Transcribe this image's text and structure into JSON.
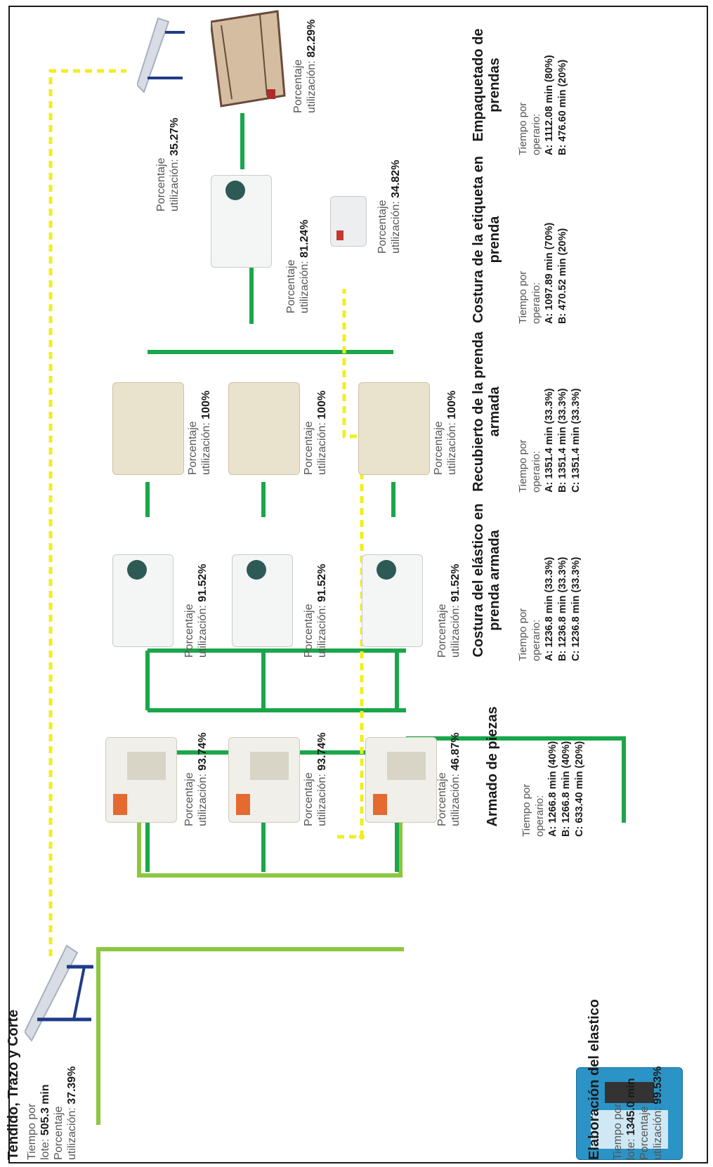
{
  "stations": {
    "tendido": {
      "title": "Tendido, Trazo y Corte",
      "l1": "Tiempo por",
      "l2": "lote:",
      "v1": "505.3 min",
      "l3": "Porcentaje",
      "l4": "utilización:",
      "v2": "37.39%"
    },
    "elastico": {
      "title": "Elaboración del elastico",
      "l1": "Tiempo por",
      "l2": "lote:",
      "v1": "1345.0 min",
      "l3": "Porcentaje",
      "l4": "utilización:",
      "v2": "99.53%"
    }
  },
  "util": {
    "label1": "Porcentaje",
    "label2": "utilización:",
    "armado_1": "93.74%",
    "armado_2": "93.74%",
    "armado_3": "46.87%",
    "costura_1": "91.52%",
    "costura_2": "91.52%",
    "costura_3": "91.52%",
    "recub_1": "100%",
    "recub_2": "100%",
    "recub_3": "100%",
    "etiqueta_1": "81.24%",
    "etiqueta_2": "34.82%",
    "mesa_1": "35.27%",
    "mesa_2": "82.29%"
  },
  "processes": [
    {
      "title": "Armado de piezas",
      "tiempo": "Tiempo por",
      "operario": "operario:",
      "ops": [
        "A: 1266.8 min (40%)",
        "B: 1266.8 min (40%)",
        "C: 633.40 min (20%)"
      ]
    },
    {
      "title": "Costura del elástico en prenda armada",
      "tiempo": "Tiempo por",
      "operario": "operario:",
      "ops": [
        "A: 1236.8 min (33.3%)",
        "B: 1236.8 min (33.3%)",
        "C: 1236.8 min (33.3%)"
      ]
    },
    {
      "title": "Recubierto de la prenda armada",
      "tiempo": "Tiempo por",
      "operario": "operario:",
      "ops": [
        "A: 1351.4 min (33.3%)",
        "B: 1351.4 min (33.3%)",
        "C: 1351.4 min (33.3%)"
      ]
    },
    {
      "title": "Costura de la etiqueta en prenda",
      "tiempo": "Tiempo por",
      "operario": "operario:",
      "ops": [
        "A: 1097.89 min (70%)",
        "B: 470.52 min (20%)"
      ]
    },
    {
      "title": "Empaquetado de prendas",
      "tiempo": "Tiempo por",
      "operario": "operario:",
      "ops": [
        "A: 1112.08 min (80%)",
        "B: 476.60 min (20%)"
      ]
    }
  ],
  "colors": {
    "main_flow": "#1aa64a",
    "supply_flow": "#8cc63f",
    "alt_flow": "#f2ee1c",
    "overlock": "#f0efe9",
    "coverstitch": "#e9e2cc",
    "table_frame": "#1f3b8a",
    "elastic_machine": "#2b93c6"
  },
  "icons": {
    "table": "cutting-table-icon",
    "overlock": "overlock-machine-icon",
    "lockstitch": "lockstitch-machine-icon",
    "coverstitch": "coverstitch-machine-icon",
    "elastic": "elastic-machine-icon",
    "label": "label-machine-icon",
    "packing": "packing-table-icon"
  }
}
